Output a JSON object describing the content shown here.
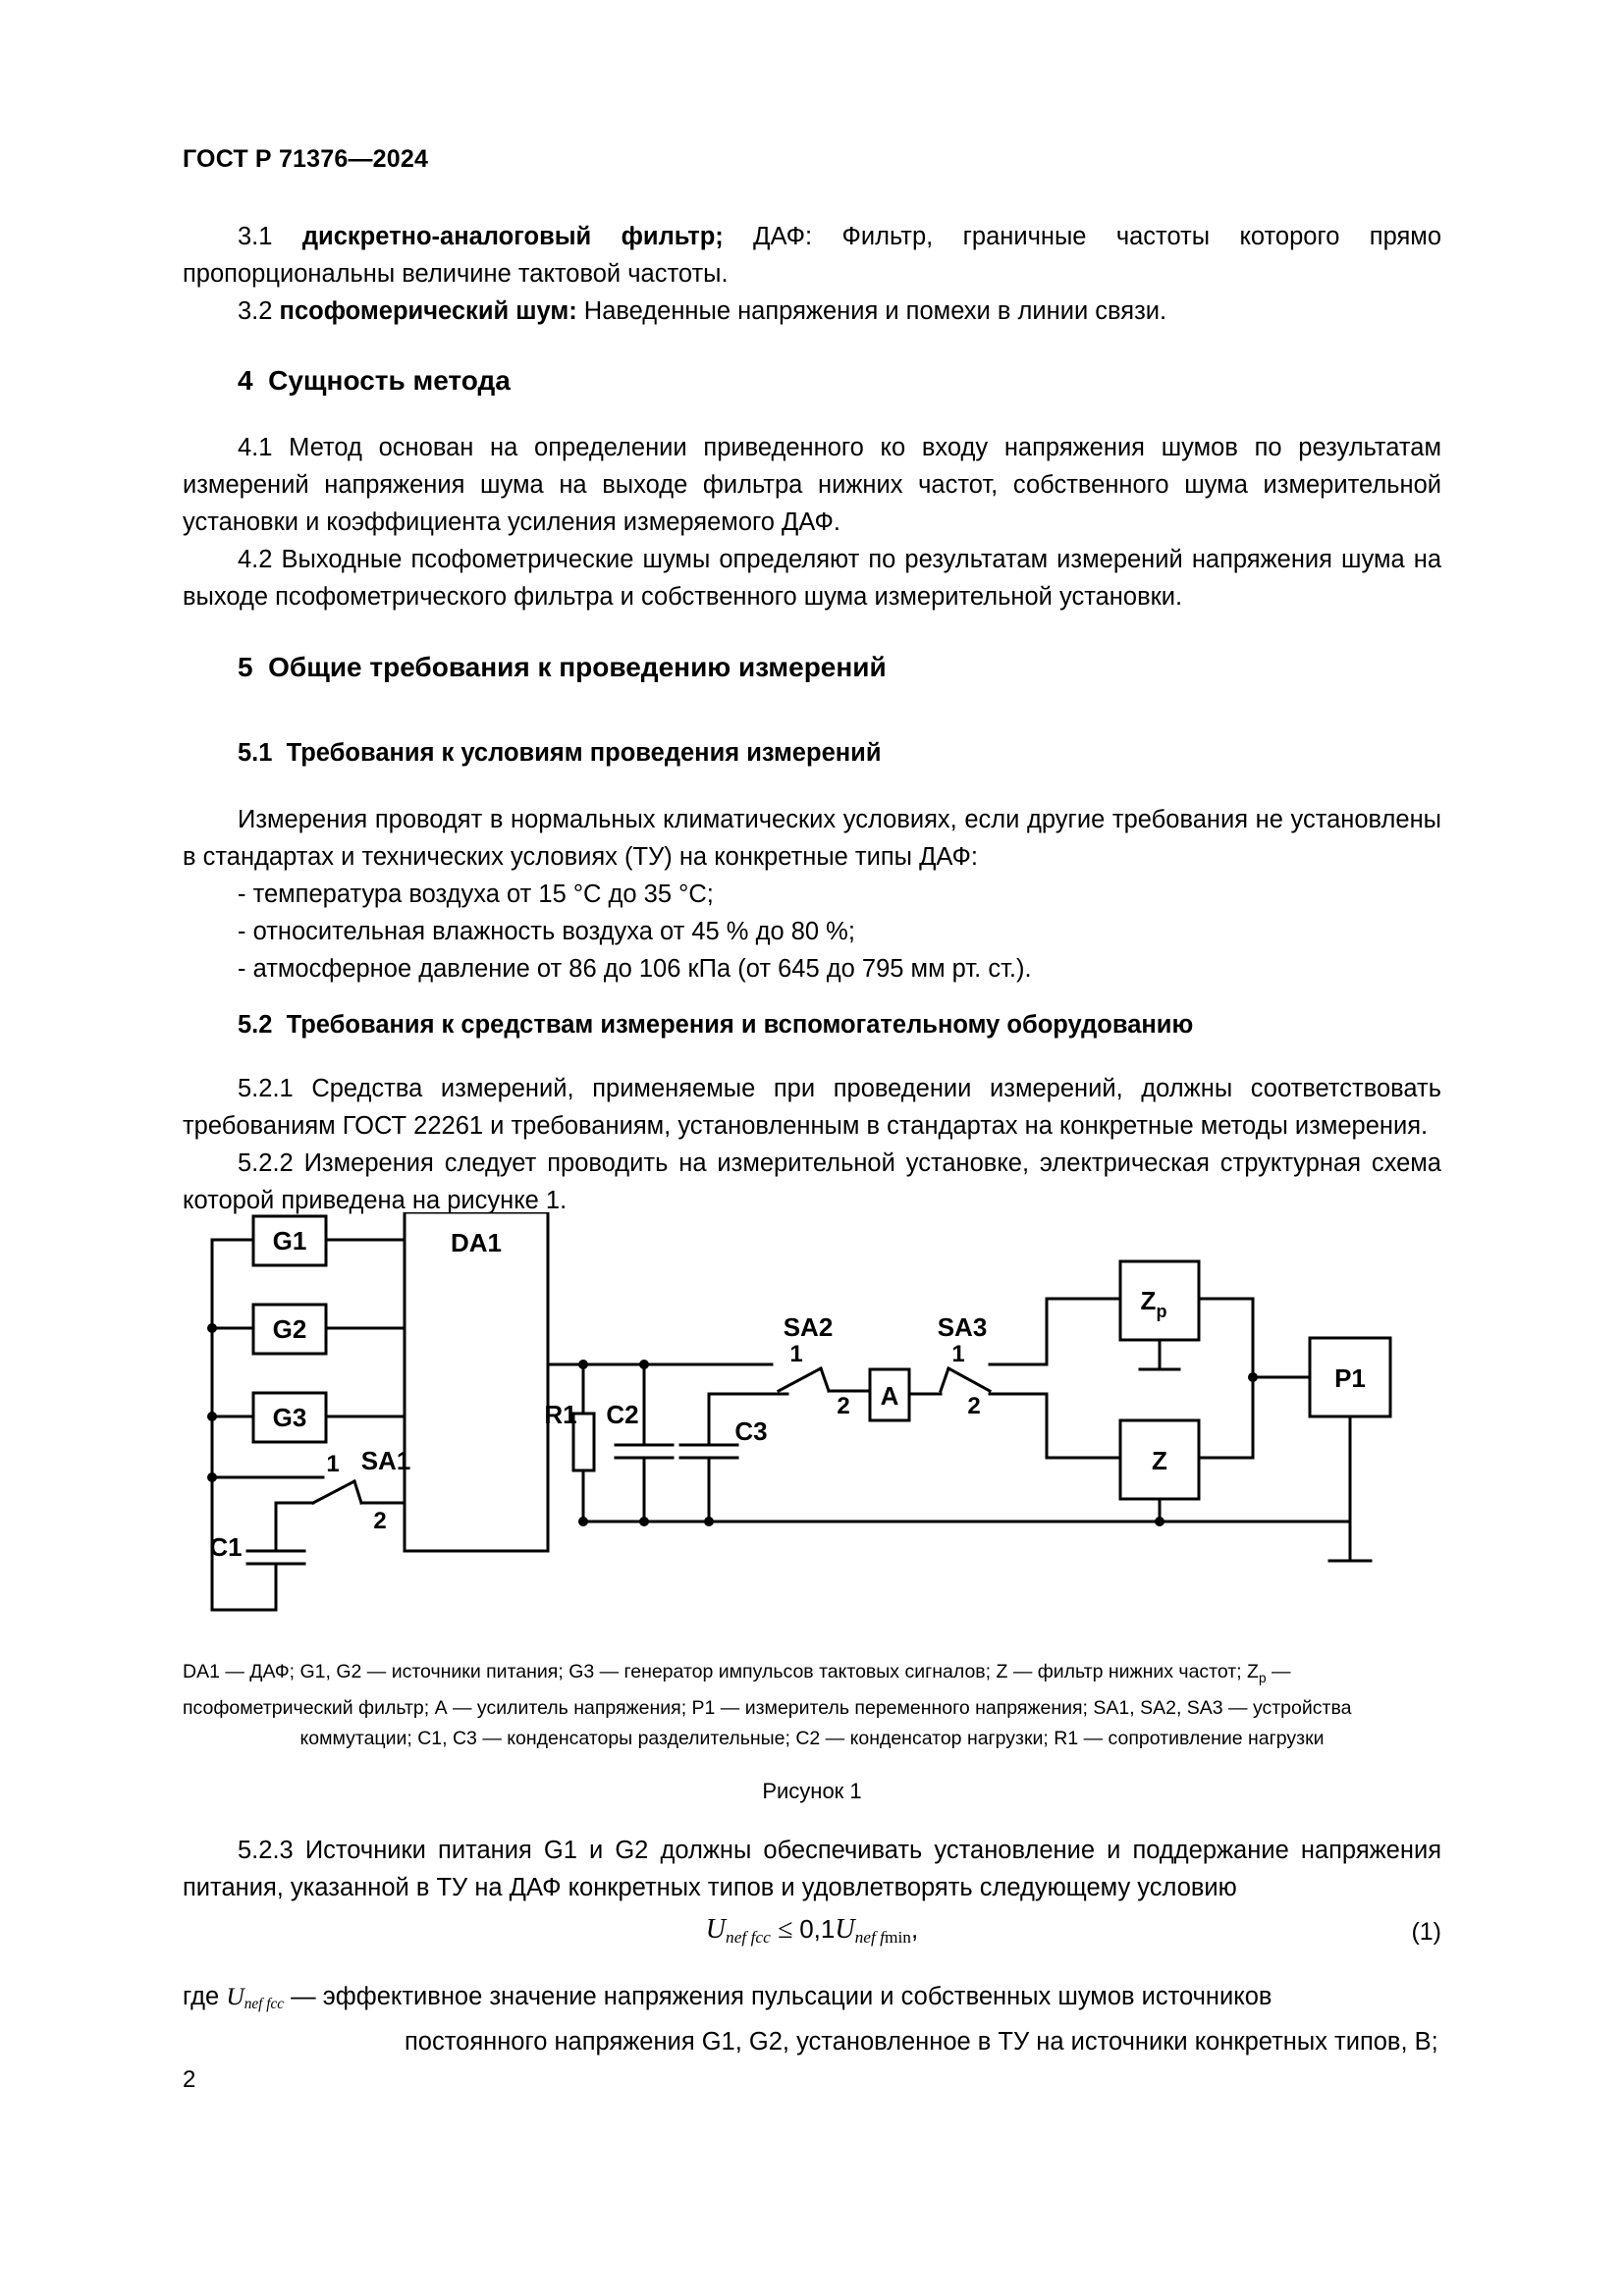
{
  "header": {
    "running_title": "ГОСТ Р 71376—2024"
  },
  "terms": [
    {
      "number": "3.1",
      "term": "дискретно-аналоговый фильтр;",
      "definition": " ДАФ: Фильтр, граничные частоты которого прямо пропорциональны величине тактовой частоты."
    },
    {
      "number": "3.2",
      "term": "псофомерический шум:",
      "definition": " Наведенные напряжения и помехи в линии связи."
    }
  ],
  "section4": {
    "heading_number": "4",
    "heading_text": "Сущность метода",
    "p1_number": "4.1",
    "p1_text": " Метод основан на определении приведенного ко входу напряжения шумов по результатам измерений напряжения шума на выходе фильтра нижних частот, собственного шума измерительной установки и коэффициента усиления измеряемого ДАФ.",
    "p2_number": "4.2",
    "p2_text": " Выходные псофометрические шумы определяют по результатам измерений напряжения шума на выходе псофометрического фильтра и собственного шума измерительной установки."
  },
  "section5": {
    "heading_number": "5",
    "heading_text": "Общие требования к проведению измерений",
    "sub51_number": "5.1",
    "sub51_text": "Требования к условиям проведения измерений",
    "p51_text": "Измерения проводят в нормальных климатических условиях, если другие требования не установлены в стандартах и технических условиях (ТУ) на конкретные типы ДАФ:",
    "conditions": [
      "- температура воздуха от 15 °C до 35 °C;",
      "- относительная влажность воздуха от 45 % до 80 %;",
      "- атмосферное давление от 86 до 106 кПа (от 645 до 795 мм рт. ст.)."
    ],
    "sub52_number": "5.2",
    "sub52_text": "Требования к средствам измерения и вспомогательному оборудованию",
    "p521_number": "5.2.1",
    "p521_text": " Средства измерений, применяемые при проведении измерений, должны соответствовать требованиям ГОСТ 22261 и требованиям, установленным в стандартах на конкретные методы измерения.",
    "p522_number": "5.2.2",
    "p522_text": " Измерения следует проводить на измерительной установке, электрическая структурная схема которой приведена на рисунке 1.",
    "p523_number": "5.2.3",
    "p523_text": " Источники питания G1 и G2 должны обеспечивать установление и поддержание напряжения питания, указанной в ТУ на ДАФ конкретных типов и удовлетворять следующему условию"
  },
  "figure": {
    "blocks": {
      "g1": "G1",
      "g2": "G2",
      "g3": "G3",
      "da1": "DA1",
      "r1": "R1",
      "c1": "C1",
      "c2": "C2",
      "c3": "C3",
      "sa1": "SA1",
      "sa2": "SA2",
      "sa3": "SA3",
      "a": "A",
      "zp_main": "Z",
      "zp_sub": "p",
      "z": "Z",
      "p1": "P1",
      "pos1_sa1": "1",
      "pos2_sa1": "2",
      "pos1_sa2": "1",
      "pos2_sa2": "2",
      "pos1_sa3": "1",
      "pos2_sa3": "2"
    },
    "caption_line1": "DA1 — ДАФ; G1, G2 — источники питания; G3 — генератор импульсов тактовых сигналов; Z — фильтр нижних частот; Z",
    "caption_line1_sub": "p",
    "caption_line1_tail": " —",
    "caption_line2": "псофометрический фильтр; А — усилитель напряжения; Р1 — измеритель переменного напряжения; SA1, SA2, SA3 — устройства",
    "caption_line3": "коммутации; С1, С3 — конденсаторы разделительные; С2 — конденсатор нагрузки; R1 — сопротивление нагрузки",
    "figure_number": "Рисунок 1"
  },
  "formula": {
    "lhs_var": "U",
    "lhs_sub": "nef fcc",
    "relation": " ≤ ",
    "coefficient": "0,1",
    "rhs_var": "U",
    "rhs_sub_italic": "nef f",
    "rhs_sub_roman": "min",
    "trailing_comma": ",",
    "equation_number": "(1)"
  },
  "where_block": {
    "lead": "где ",
    "var": "U",
    "var_sub": "nef fcc",
    "text": " — эффективное значение напряжения пульсации и собственных шумов источников",
    "cont": "постоянного напряжения G1, G2, установленное в ТУ на источники конкретных типов, В;"
  },
  "footer": {
    "page_number": "2"
  }
}
